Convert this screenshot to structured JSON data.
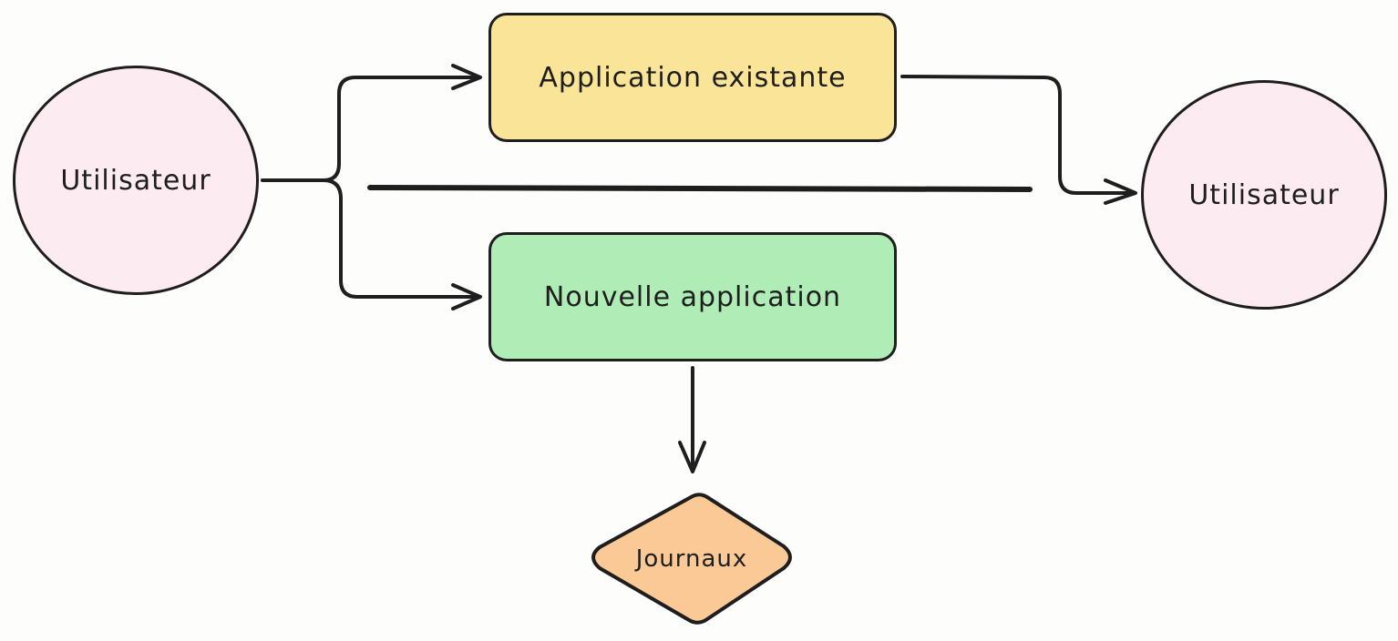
{
  "diagram": {
    "nodes": {
      "user_left": {
        "label": "Utilisateur",
        "shape": "circle",
        "fill": "#fcecf1"
      },
      "app_existing": {
        "label": "Application existante",
        "shape": "rounded-rectangle",
        "fill": "#f9e497"
      },
      "app_new": {
        "label": "Nouvelle application",
        "shape": "rounded-rectangle",
        "fill": "#b0ecb6"
      },
      "logs": {
        "label": "Journaux",
        "shape": "diamond",
        "fill": "#fbc996"
      },
      "user_right": {
        "label": "Utilisateur",
        "shape": "circle",
        "fill": "#fcecf1"
      }
    },
    "edges": [
      {
        "from": "user_left",
        "to": "app_existing"
      },
      {
        "from": "user_left",
        "to": "app_new"
      },
      {
        "from": "app_existing",
        "to": "user_right"
      },
      {
        "from": "app_new",
        "to": "logs"
      }
    ],
    "colors": {
      "stroke": "#1e1e1e",
      "background": "#fdfdfc"
    }
  }
}
